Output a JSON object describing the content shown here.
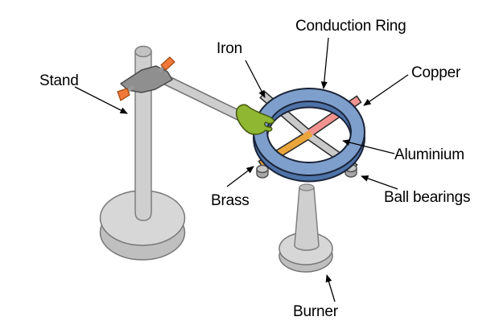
{
  "labels": {
    "stand": "Stand",
    "iron": "Iron",
    "conduction_ring": "Conduction Ring",
    "copper": "Copper",
    "aluminium": "Aluminium",
    "brass": "Brass",
    "ball_bearings": "Ball bearings",
    "burner": "Burner"
  },
  "colors": {
    "ring_top": "#7e9fcc",
    "ring_front": "#4e73a9",
    "ring_inner_wall": "#4d6fa0",
    "copper_spoke": "#f2938f",
    "brass_spoke": "#eaa53b",
    "iron_spoke": "#c9c9c9",
    "aluminium_spoke": "#c9c9c9",
    "clamp_green": "#8fb732",
    "knob_orange": "#f0793a",
    "metal_light": "#d7d7d7",
    "metal_mid": "#cfcfcf",
    "metal_dark": "#8f8f8f"
  }
}
